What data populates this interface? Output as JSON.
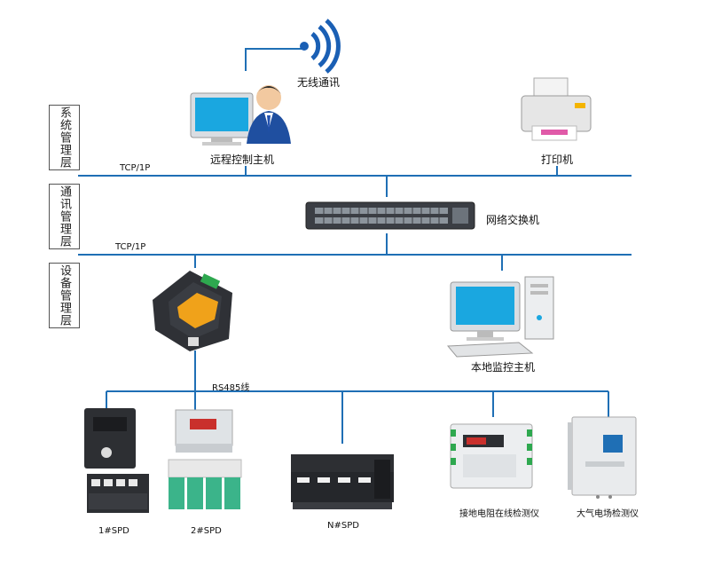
{
  "layers": {
    "system": "系统管理层",
    "comm": "通讯管理层",
    "device": "设备管理层"
  },
  "bus_labels": {
    "tcp_top": "TCP/1P",
    "tcp_mid": "TCP/1P",
    "rs485": "RS485线"
  },
  "nodes": {
    "wireless": "无线通讯",
    "remote_host": "远程控制主机",
    "printer": "打印机",
    "switch": "网络交换机",
    "local_host": "本地监控主机",
    "spd1": "1#SPD",
    "spd2": "2#SPD",
    "spdn": "N#SPD",
    "grounding": "接地电阻在线检测仪",
    "atmos": "大气电场检测仪"
  },
  "colors": {
    "bus": "#1f6fb5",
    "device_green": "#3bb48a",
    "device_dark": "#2d2f33",
    "screen_blue": "#1aa7e0"
  }
}
